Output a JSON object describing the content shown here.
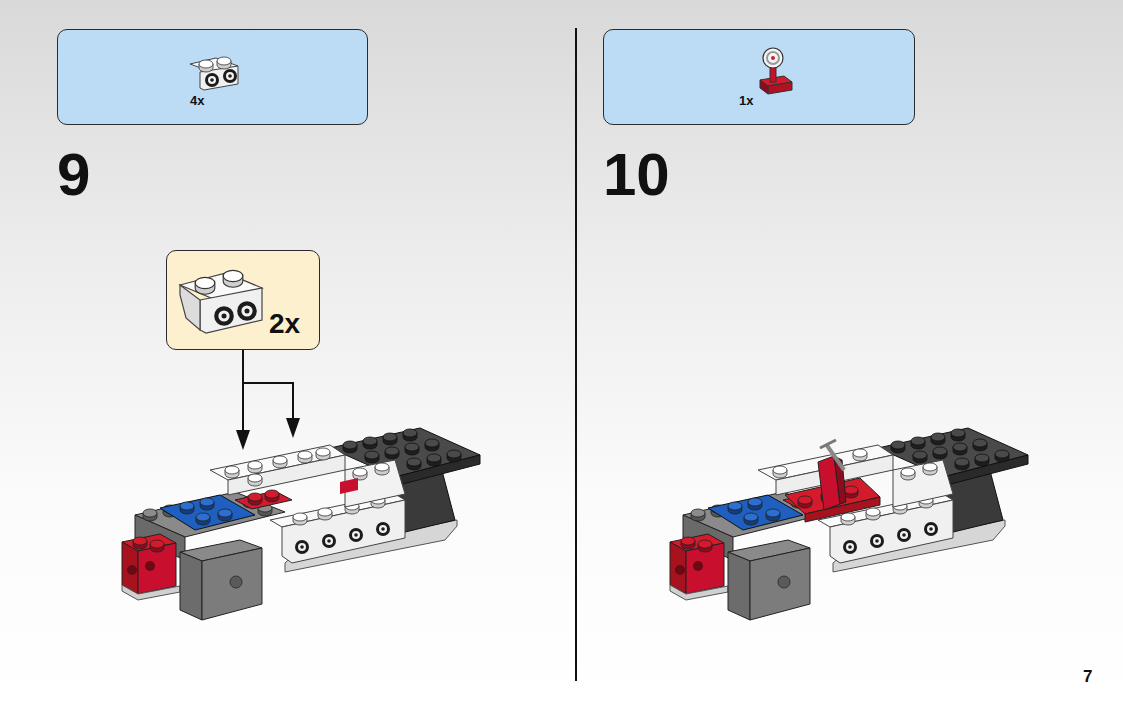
{
  "diagram": {
    "nodes": [
      {
        "text": [
          "4x"
        ]
      },
      {
        "text": [
          "2x"
        ]
      },
      {
        "text": [
          "1x"
        ]
      }
    ],
    "labels": [
      "9",
      "10",
      "7"
    ]
  }
}
